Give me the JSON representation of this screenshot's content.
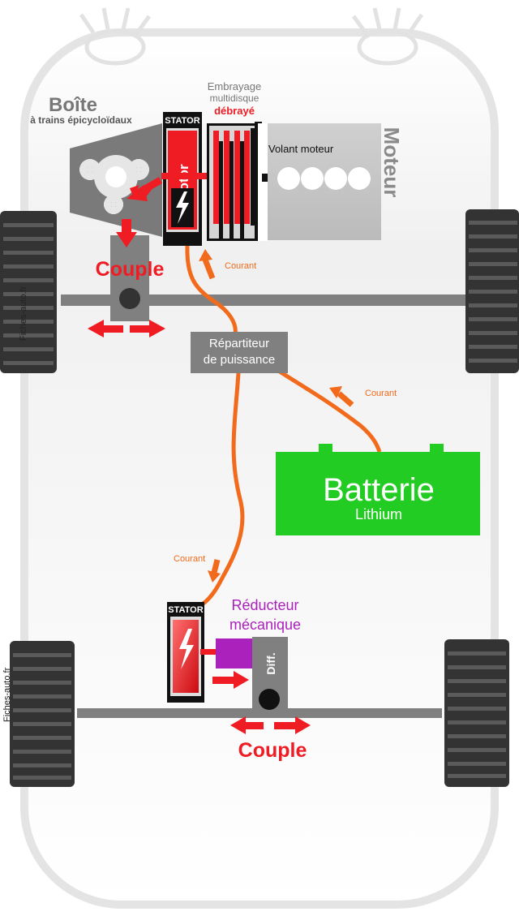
{
  "labels": {
    "boite": "Boîte",
    "boite_sub": "à trains épicycloïdaux",
    "embrayage_1": "Embrayage",
    "embrayage_2": "multidisque",
    "debraye": "débrayé",
    "stator_top": "STATOR",
    "rotor": "Rotor",
    "volant": "Volant moteur",
    "moteur": "Moteur",
    "couple_top": "Couple",
    "courant_1": "Courant",
    "repartiteur_1": "Répartiteur",
    "repartiteur_2": "de puissance",
    "courant_2": "Courant",
    "batterie": "Batterie",
    "lithium": "Lithium",
    "courant_3": "Courant",
    "stator_bottom": "STATOR",
    "reducteur_1": "Réducteur",
    "reducteur_2": "mécanique",
    "diff": "Diff.",
    "couple_bottom": "Couple",
    "watermark_top": "Fiches-auto.fr",
    "watermark_bottom": "Fiches-auto.fr"
  },
  "colors": {
    "car_outline": "#e6e6e6",
    "box_gray": "#808080",
    "engine_gray": "#c8c8c8",
    "red": "#ef1c24",
    "orange": "#f26a1b",
    "battery_green": "#22cc22",
    "purple": "#aa22bb",
    "wheel_dark": "#333333"
  },
  "icons": {
    "bolt": "lightning-bolt-icon",
    "gear": "gear-icon",
    "arrow": "arrow-icon"
  }
}
